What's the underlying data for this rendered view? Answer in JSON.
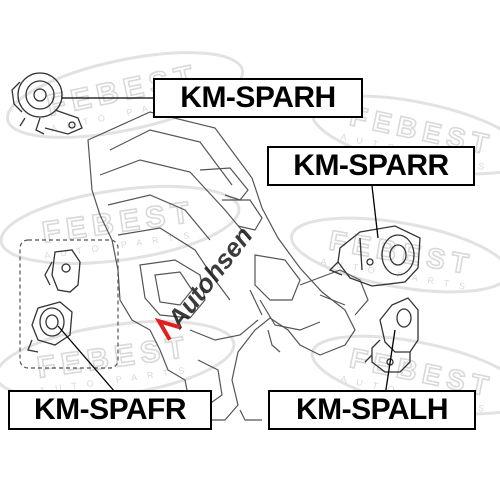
{
  "labels": {
    "top": "KM-SPARH",
    "right_upper": "KM-SPARR",
    "bottom_left": "KM-SPAFR",
    "bottom_right": "KM-SPALH"
  },
  "watermark": {
    "brand": "FEBEST",
    "sub": "AUTO PARTS",
    "overlay": "Autohsen"
  },
  "colors": {
    "ink": "#000000",
    "line_art": "#444444",
    "watermark": "#d9d9d9",
    "overlay_text": "#222222",
    "overlay_accent": "#e02020"
  }
}
